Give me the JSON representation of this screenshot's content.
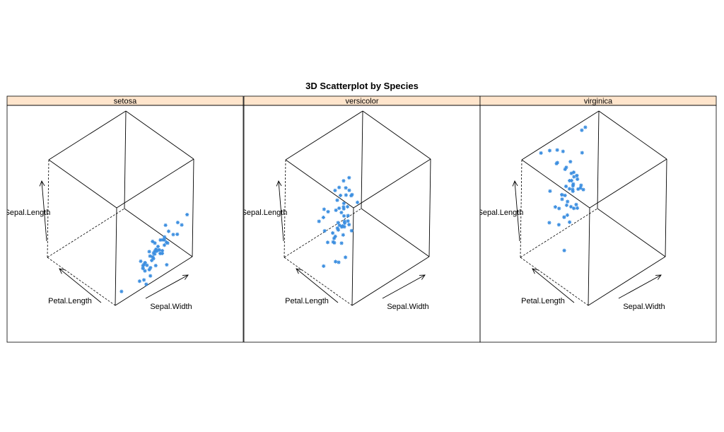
{
  "chart_data": {
    "type": "scatter",
    "title": "3D Scatterplot by Species",
    "axes": {
      "vertical": "Sepal.Length",
      "depth": "Petal.Length",
      "horizontal": "Sepal.Width"
    },
    "colors": {
      "strip": "#ffe5cc",
      "points": "#3d8fe0",
      "box": "#000000",
      "background": "#ffffff"
    },
    "marker": "*",
    "panels": [
      {
        "name": "setosa",
        "points": [
          [
            3.5,
            5.1,
            1.4
          ],
          [
            3.0,
            4.9,
            1.4
          ],
          [
            3.2,
            4.7,
            1.3
          ],
          [
            3.1,
            4.6,
            1.5
          ],
          [
            3.6,
            5.0,
            1.4
          ],
          [
            3.9,
            5.4,
            1.7
          ],
          [
            3.4,
            4.6,
            1.4
          ],
          [
            3.4,
            5.0,
            1.5
          ],
          [
            2.9,
            4.4,
            1.4
          ],
          [
            3.1,
            4.9,
            1.5
          ],
          [
            3.7,
            5.4,
            1.5
          ],
          [
            3.4,
            4.8,
            1.6
          ],
          [
            3.0,
            4.8,
            1.4
          ],
          [
            3.0,
            4.3,
            1.1
          ],
          [
            4.0,
            5.8,
            1.2
          ],
          [
            4.4,
            5.7,
            1.5
          ],
          [
            3.9,
            5.4,
            1.3
          ],
          [
            3.5,
            5.1,
            1.4
          ],
          [
            3.8,
            5.7,
            1.7
          ],
          [
            3.8,
            5.1,
            1.5
          ],
          [
            3.4,
            5.4,
            1.7
          ],
          [
            3.7,
            5.1,
            1.5
          ],
          [
            3.6,
            4.6,
            1.0
          ],
          [
            3.3,
            5.1,
            1.7
          ],
          [
            3.4,
            4.8,
            1.9
          ],
          [
            3.0,
            5.0,
            1.6
          ],
          [
            3.4,
            5.0,
            1.6
          ],
          [
            3.5,
            5.2,
            1.5
          ],
          [
            3.4,
            5.2,
            1.4
          ],
          [
            3.2,
            4.7,
            1.6
          ],
          [
            3.1,
            4.8,
            1.6
          ],
          [
            3.4,
            5.4,
            1.5
          ],
          [
            4.1,
            5.2,
            1.5
          ],
          [
            4.2,
            5.5,
            1.4
          ],
          [
            3.1,
            4.9,
            1.5
          ],
          [
            3.2,
            5.0,
            1.2
          ],
          [
            3.5,
            5.5,
            1.3
          ],
          [
            3.6,
            4.9,
            1.4
          ],
          [
            3.0,
            4.4,
            1.3
          ],
          [
            3.4,
            5.1,
            1.5
          ],
          [
            3.5,
            5.0,
            1.3
          ],
          [
            2.3,
            4.5,
            1.3
          ],
          [
            3.2,
            4.4,
            1.3
          ],
          [
            3.5,
            5.0,
            1.6
          ],
          [
            3.8,
            5.1,
            1.9
          ],
          [
            3.0,
            4.8,
            1.4
          ],
          [
            3.8,
            5.1,
            1.6
          ],
          [
            3.2,
            4.6,
            1.4
          ],
          [
            3.7,
            5.3,
            1.5
          ],
          [
            3.3,
            5.0,
            1.4
          ]
        ]
      },
      {
        "name": "versicolor",
        "points": [
          [
            3.2,
            7.0,
            4.7
          ],
          [
            3.2,
            6.4,
            4.5
          ],
          [
            3.1,
            6.9,
            4.9
          ],
          [
            2.3,
            5.5,
            4.0
          ],
          [
            2.8,
            6.5,
            4.6
          ],
          [
            2.8,
            5.7,
            4.5
          ],
          [
            3.3,
            6.3,
            4.7
          ],
          [
            2.4,
            4.9,
            3.3
          ],
          [
            2.9,
            6.6,
            4.6
          ],
          [
            2.7,
            5.2,
            3.9
          ],
          [
            2.0,
            5.0,
            3.5
          ],
          [
            3.0,
            5.9,
            4.2
          ],
          [
            2.2,
            6.0,
            4.0
          ],
          [
            2.9,
            6.1,
            4.7
          ],
          [
            2.9,
            5.6,
            3.6
          ],
          [
            3.1,
            6.7,
            4.4
          ],
          [
            3.0,
            5.6,
            4.5
          ],
          [
            2.7,
            5.8,
            4.1
          ],
          [
            2.2,
            6.2,
            4.5
          ],
          [
            2.5,
            5.6,
            3.9
          ],
          [
            3.2,
            5.9,
            4.8
          ],
          [
            2.8,
            6.1,
            4.0
          ],
          [
            2.5,
            6.3,
            4.9
          ],
          [
            2.8,
            6.1,
            4.7
          ],
          [
            2.9,
            6.4,
            4.3
          ],
          [
            3.0,
            6.6,
            4.4
          ],
          [
            2.8,
            6.8,
            4.8
          ],
          [
            3.0,
            6.7,
            5.0
          ],
          [
            2.9,
            6.0,
            4.5
          ],
          [
            2.6,
            5.7,
            3.5
          ],
          [
            2.4,
            5.5,
            3.8
          ],
          [
            2.4,
            5.5,
            3.7
          ],
          [
            2.7,
            5.8,
            3.9
          ],
          [
            2.7,
            6.0,
            5.1
          ],
          [
            3.0,
            5.4,
            4.5
          ],
          [
            3.4,
            6.0,
            4.5
          ],
          [
            3.1,
            6.7,
            4.7
          ],
          [
            2.3,
            6.3,
            4.4
          ],
          [
            3.0,
            5.6,
            4.1
          ],
          [
            2.5,
            5.5,
            4.0
          ],
          [
            2.6,
            5.5,
            4.4
          ],
          [
            3.0,
            6.1,
            4.6
          ],
          [
            2.6,
            5.8,
            4.0
          ],
          [
            2.3,
            5.0,
            3.3
          ],
          [
            2.7,
            5.6,
            4.2
          ],
          [
            3.0,
            5.7,
            4.2
          ],
          [
            2.9,
            5.7,
            4.2
          ],
          [
            2.9,
            6.2,
            4.3
          ],
          [
            2.5,
            5.1,
            3.0
          ],
          [
            2.8,
            5.7,
            4.1
          ]
        ]
      },
      {
        "name": "virginica",
        "points": [
          [
            3.3,
            6.3,
            6.0
          ],
          [
            2.7,
            5.8,
            5.1
          ],
          [
            3.0,
            7.1,
            5.9
          ],
          [
            2.9,
            6.3,
            5.6
          ],
          [
            3.0,
            6.5,
            5.8
          ],
          [
            3.0,
            7.6,
            6.6
          ],
          [
            2.5,
            4.9,
            4.5
          ],
          [
            2.9,
            7.3,
            6.3
          ],
          [
            2.5,
            6.7,
            5.8
          ],
          [
            3.6,
            7.2,
            6.1
          ],
          [
            3.2,
            6.5,
            5.1
          ],
          [
            2.7,
            6.4,
            5.3
          ],
          [
            3.0,
            6.8,
            5.5
          ],
          [
            2.5,
            5.7,
            5.0
          ],
          [
            2.8,
            5.8,
            5.1
          ],
          [
            3.2,
            6.4,
            5.3
          ],
          [
            3.0,
            6.5,
            5.5
          ],
          [
            3.8,
            7.7,
            6.7
          ],
          [
            2.6,
            7.7,
            6.9
          ],
          [
            2.2,
            6.0,
            5.0
          ],
          [
            3.2,
            6.9,
            5.7
          ],
          [
            2.8,
            5.6,
            4.9
          ],
          [
            2.8,
            7.7,
            6.7
          ],
          [
            2.7,
            6.3,
            4.9
          ],
          [
            3.3,
            6.7,
            5.7
          ],
          [
            3.2,
            7.2,
            6.0
          ],
          [
            2.8,
            6.2,
            4.8
          ],
          [
            3.0,
            6.1,
            4.9
          ],
          [
            2.8,
            6.4,
            5.6
          ],
          [
            3.0,
            7.2,
            5.8
          ],
          [
            2.8,
            7.4,
            6.1
          ],
          [
            3.8,
            7.9,
            6.4
          ],
          [
            2.8,
            6.4,
            5.6
          ],
          [
            2.8,
            6.3,
            5.1
          ],
          [
            2.6,
            6.1,
            5.6
          ],
          [
            3.0,
            7.7,
            6.1
          ],
          [
            3.4,
            6.3,
            5.6
          ],
          [
            3.1,
            6.4,
            5.5
          ],
          [
            3.0,
            6.0,
            4.8
          ],
          [
            3.1,
            6.9,
            5.4
          ],
          [
            3.1,
            6.7,
            5.6
          ],
          [
            3.1,
            6.9,
            5.1
          ],
          [
            2.7,
            5.8,
            5.1
          ],
          [
            3.2,
            6.8,
            5.9
          ],
          [
            3.3,
            6.7,
            5.7
          ],
          [
            3.0,
            6.7,
            5.2
          ],
          [
            2.5,
            6.3,
            5.0
          ],
          [
            3.0,
            6.5,
            5.2
          ],
          [
            3.4,
            6.2,
            5.4
          ],
          [
            3.0,
            5.9,
            5.1
          ]
        ]
      }
    ]
  }
}
